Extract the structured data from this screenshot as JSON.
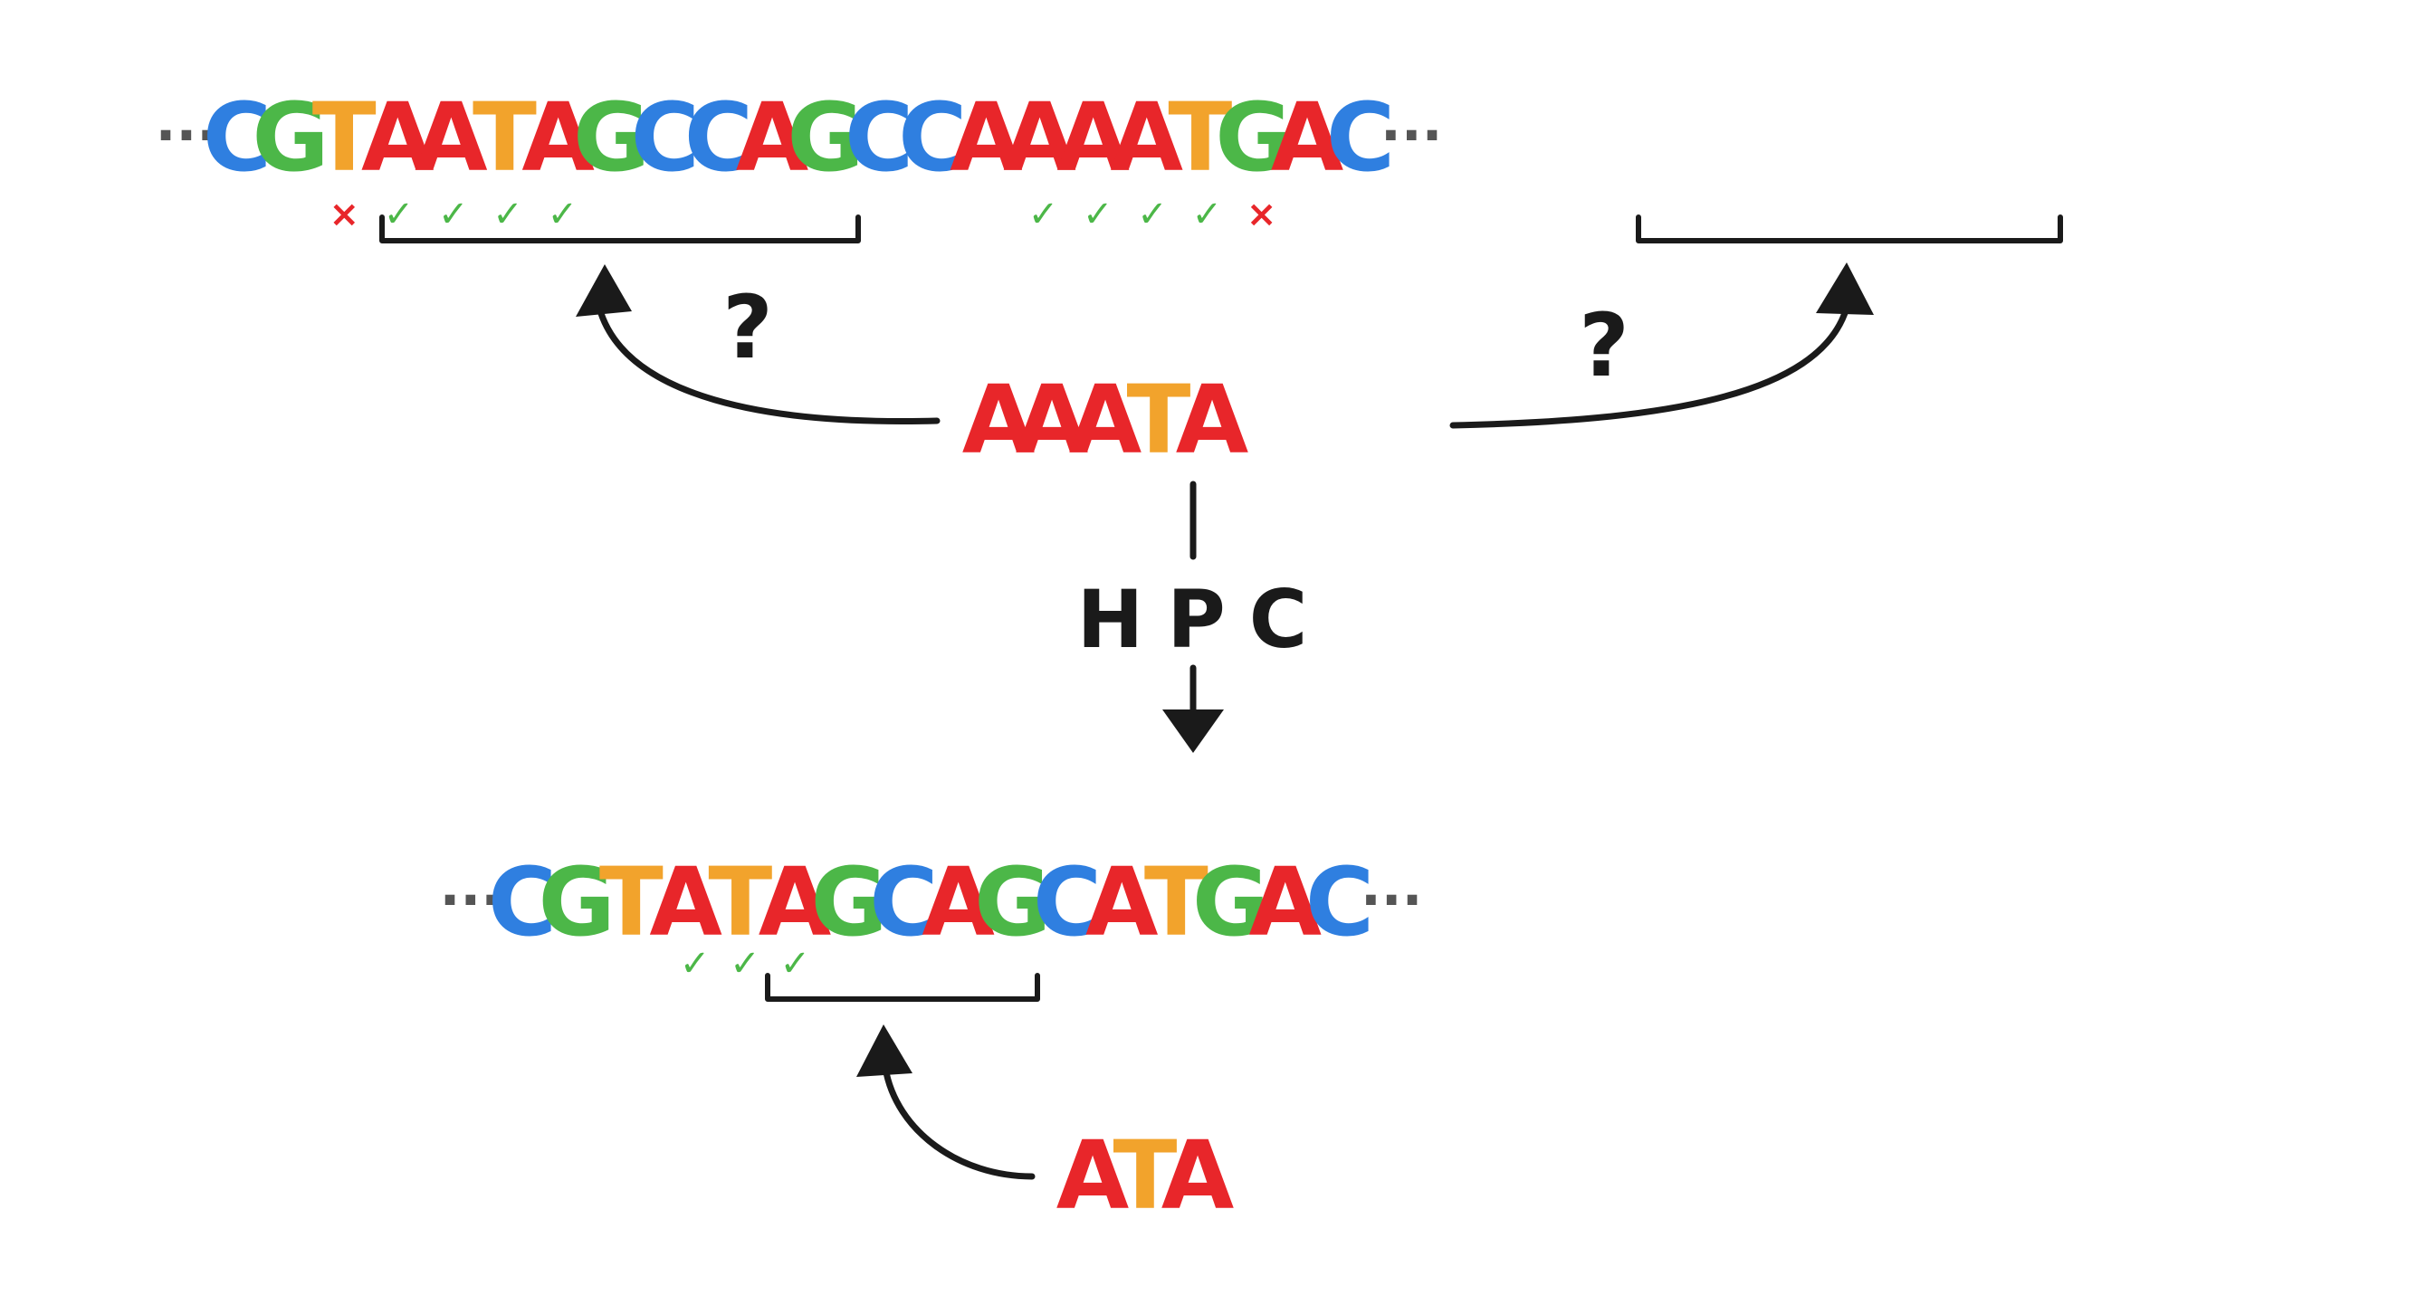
{
  "colors": {
    "A": "#e8262a",
    "C": "#2f7fe0",
    "G": "#4cb748",
    "T": "#f2a32c",
    "match": "#4cb748",
    "mismatch": "#e8262a"
  },
  "symbols": {
    "ellipsis": "···",
    "match": "✓",
    "mismatch": "×",
    "question": "?"
  },
  "reference": {
    "sequence": [
      "C",
      "G",
      "T",
      "A",
      "A",
      "T",
      "A",
      "G",
      "C",
      "C",
      "A",
      "G",
      "C",
      "C",
      "A",
      "A",
      "A",
      "A",
      "T",
      "G",
      "A",
      "C"
    ],
    "left_alignment_marks": [
      "mismatch",
      "match",
      "match",
      "match",
      "match"
    ],
    "right_alignment_marks": [
      "match",
      "match",
      "match",
      "match",
      "mismatch"
    ]
  },
  "query": {
    "sequence": [
      "A",
      "A",
      "A",
      "T",
      "A"
    ]
  },
  "transform_label": "HPC",
  "hpc_reference": {
    "sequence": [
      "C",
      "G",
      "T",
      "A",
      "T",
      "A",
      "G",
      "C",
      "A",
      "G",
      "C",
      "A",
      "T",
      "G",
      "A",
      "C"
    ],
    "alignment_marks": [
      "match",
      "match",
      "match"
    ]
  },
  "hpc_query": {
    "sequence": [
      "A",
      "T",
      "A"
    ]
  }
}
